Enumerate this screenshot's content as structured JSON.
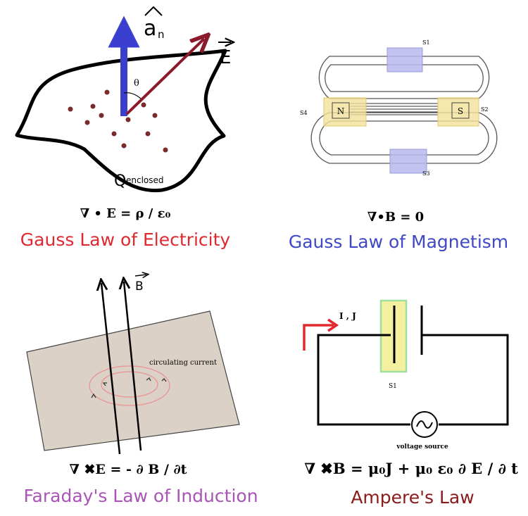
{
  "colors": {
    "gauss_e_title": "#e0282f",
    "gauss_m_title": "#3f48c6",
    "faraday_title": "#a855b5",
    "ampere_title": "#8b1a1a",
    "normal_arrow": "#3a3fd0",
    "field_arrow": "#8b1a2b",
    "charge_dot": "#7a2a2a",
    "core_fill": "#c9b9a8",
    "sensor_fill": "#b9b9ee",
    "pole_fill": "#f3e19a",
    "loop_color": "#e89a9a",
    "current_arrow": "#e0282f",
    "plate_highlight": "#f4f0a0",
    "plate_border": "#9fe09f"
  },
  "gauss_electricity": {
    "normal_label": "a",
    "normal_subscript": "n",
    "field_label": "E",
    "angle_label": "θ",
    "charge_label": "Q",
    "charge_subscript": "enclosed",
    "equation": "∇ • E = ρ / ε₀",
    "title": "Gauss Law of Electricity"
  },
  "gauss_magnetism": {
    "s1": "S1",
    "s2": "S2",
    "s3": "S3",
    "s4": "S4",
    "north": "N",
    "south": "S",
    "equation": "∇•B = 0",
    "title": "Gauss Law of Magnetism"
  },
  "faraday": {
    "field_label": "B",
    "current_label": "circulating current",
    "equation": "∇ ✖E  = - ∂ B /  ∂t",
    "title": "Faraday's Law of Induction"
  },
  "ampere": {
    "current_label": "I , J",
    "plate_label": "S1",
    "source_label": "voltage source",
    "equation": "∇ ✖B = μ₀J + μ₀ ε₀ ∂ E / ∂ t",
    "title": "Ampere's Law"
  }
}
